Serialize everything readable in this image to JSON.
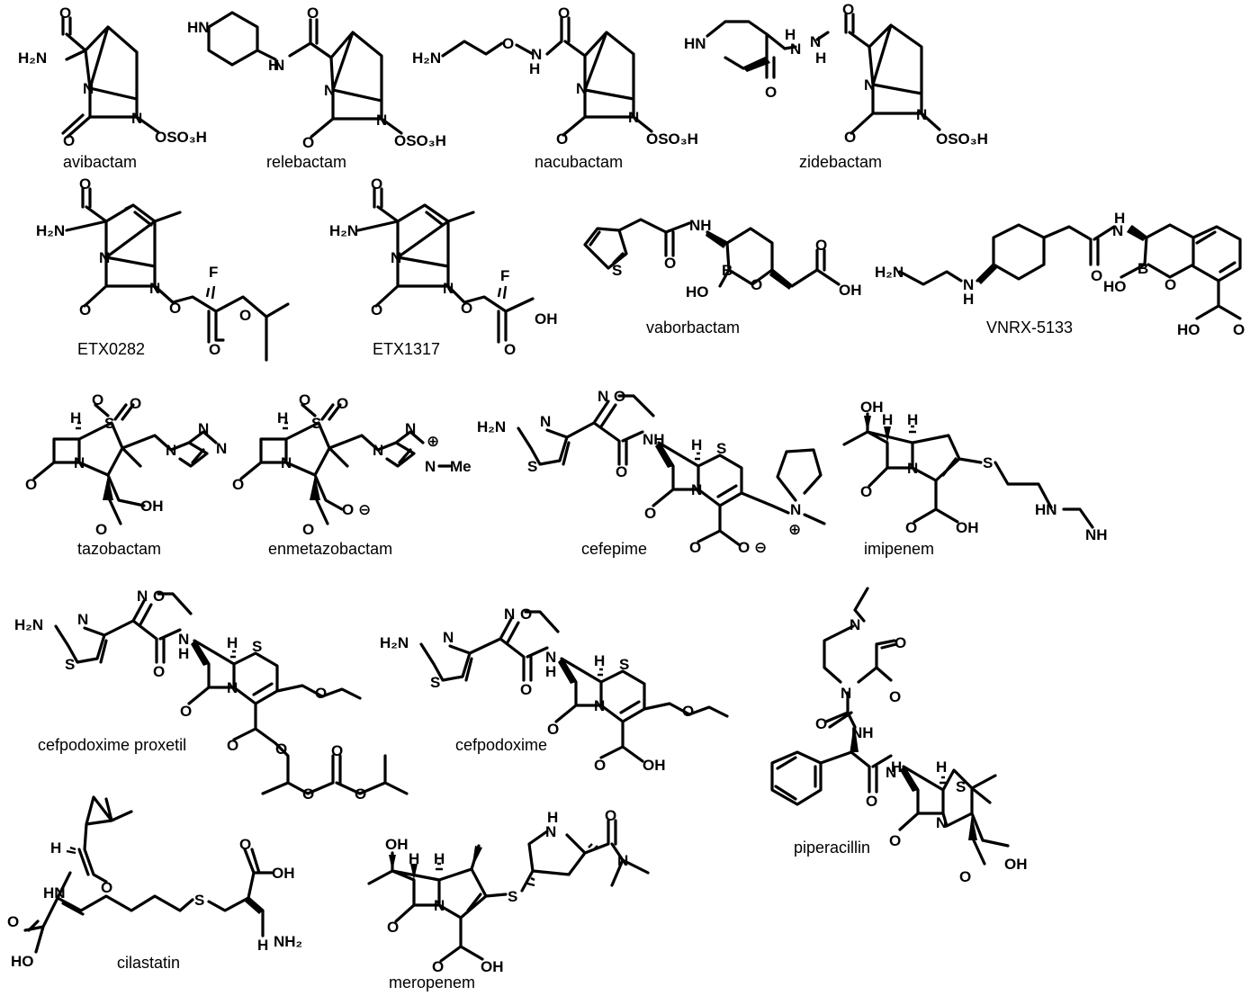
{
  "compounds": {
    "avibactam": {
      "name": "avibactam"
    },
    "relebactam": {
      "name": "relebactam"
    },
    "nacubactam": {
      "name": "nacubactam"
    },
    "zidebactam": {
      "name": "zidebactam"
    },
    "etx0282": {
      "name": "ETX0282"
    },
    "etx1317": {
      "name": "ETX1317"
    },
    "vaborbactam": {
      "name": "vaborbactam"
    },
    "vnrx5133": {
      "name": "VNRX-5133"
    },
    "tazobactam": {
      "name": "tazobactam"
    },
    "enmetazobactam": {
      "name": "enmetazobactam"
    },
    "cefepime": {
      "name": "cefepime"
    },
    "imipenem": {
      "name": "imipenem"
    },
    "cefpodoxime_proxetil": {
      "name": "cefpodoxime proxetil"
    },
    "cefpodoxime": {
      "name": "cefpodoxime"
    },
    "piperacillin": {
      "name": "piperacillin"
    },
    "cilastatin": {
      "name": "cilastatin"
    },
    "meropenem": {
      "name": "meropenem"
    }
  },
  "atoms": {
    "O": "O",
    "N": "N",
    "S": "S",
    "B": "B",
    "F": "F",
    "H": "H",
    "NH": "NH",
    "HN": "HN",
    "H2N": "H₂N",
    "NH2": "NH₂",
    "OH": "OH",
    "HO": "HO",
    "OSO3H": "OSO₃H",
    "Me": "Me"
  },
  "charges": {
    "plus": "⊕",
    "minus": "⊖"
  }
}
